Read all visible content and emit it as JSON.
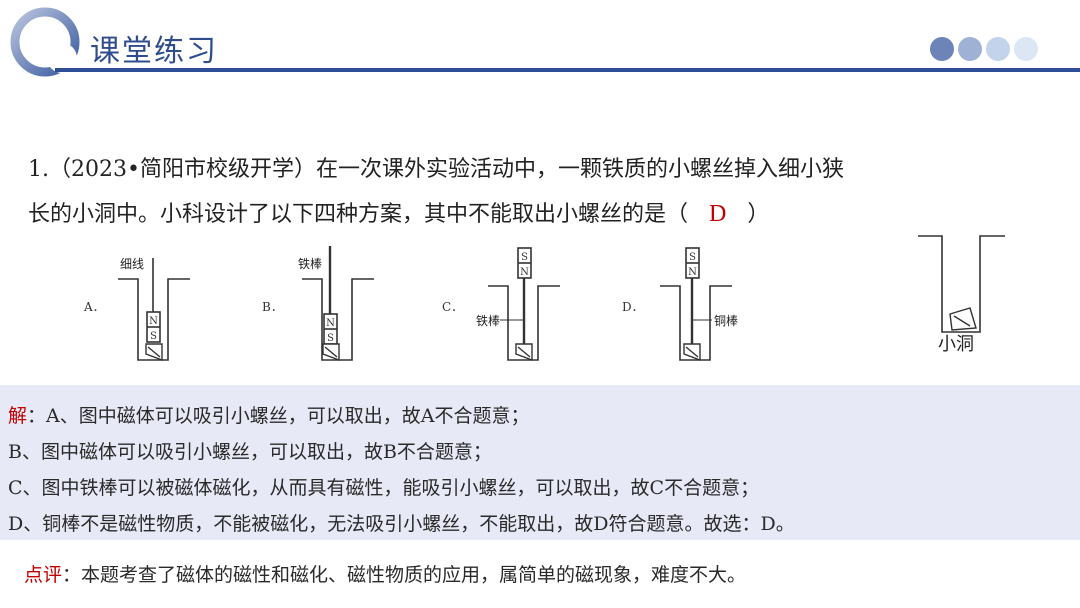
{
  "header": {
    "title": "课堂练习",
    "colors": {
      "primary": "#2e4f98",
      "dot1": "#6d84b8",
      "dot2": "#9fb2d6",
      "dot3": "#c4d3ec",
      "dot4": "#dde6f5"
    }
  },
  "question": {
    "line1": "1.（2023•简阳市校级开学）在一次课外实验活动中，一颗铁质的小螺丝掉入细小狭",
    "line2_before": "长的小洞中。小科设计了以下四种方案，其中不能取出小螺丝的是（",
    "answer": "D",
    "line2_after": "）"
  },
  "figures": {
    "a": {
      "letter": "A．",
      "label": "细线",
      "magnet_top": "N",
      "magnet_bottom": "S"
    },
    "b": {
      "letter": "B．",
      "label": "铁棒",
      "magnet_top": "N",
      "magnet_bottom": "S"
    },
    "c": {
      "letter": "C．",
      "label": "铁棒",
      "magnet_top": "S",
      "magnet_bottom": "N"
    },
    "d": {
      "letter": "D．",
      "label": "铜棒",
      "magnet_top": "S",
      "magnet_bottom": "N"
    },
    "hole": {
      "label": "小洞"
    }
  },
  "solution": {
    "prefix": "解",
    "line1": "：A、图中磁体可以吸引小螺丝，可以取出，故A不合题意；",
    "line2": "B、图中磁体可以吸引小螺丝，可以取出，故B不合题意；",
    "line3": "C、图中铁棒可以被磁体磁化，从而具有磁性，能吸引小螺丝，可以取出，故C不合题意；",
    "line4": "D、铜棒不是磁性物质，不能被磁化，无法吸引小螺丝，不能取出，故D符合题意。故选：D。"
  },
  "comment": {
    "prefix": "点评",
    "text": "：本题考查了磁体的磁性和磁化、磁性物质的应用，属简单的磁现象，难度不大。"
  }
}
